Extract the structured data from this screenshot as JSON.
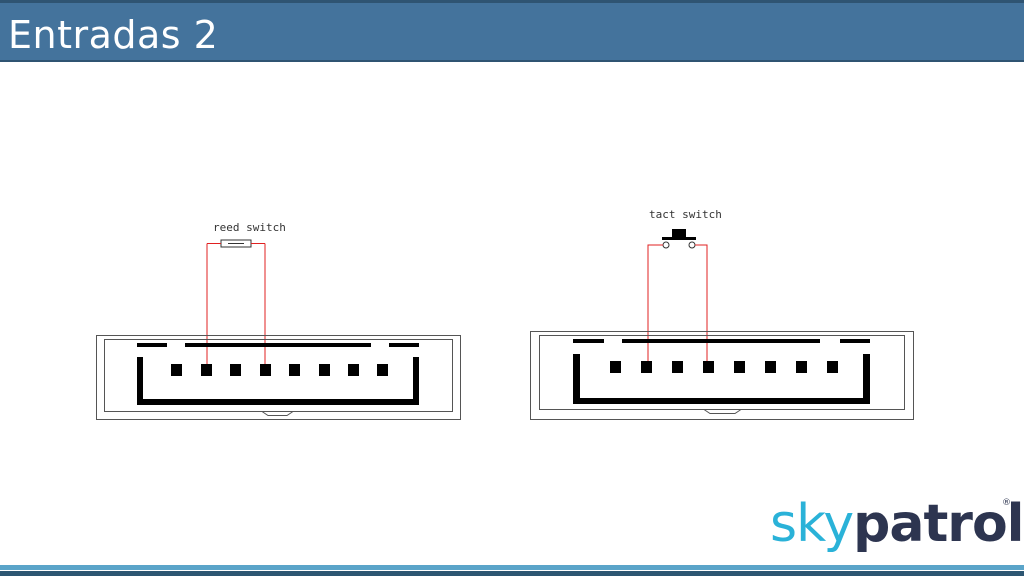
{
  "slide": {
    "title": "Entradas 2"
  },
  "diagram": {
    "left_component_label": "reed switch",
    "right_component_label": "tact switch",
    "connector_pin_count": 8,
    "wire_color": "#e02020"
  },
  "logo": {
    "part1": "sky",
    "part2": "patrol",
    "registered": "®",
    "color_sky": "#2ab2d8",
    "color_patrol": "#2d3550"
  },
  "colors": {
    "header": "#44739c",
    "footer_light": "#5aa4c9",
    "footer_dark": "#2d5672"
  }
}
